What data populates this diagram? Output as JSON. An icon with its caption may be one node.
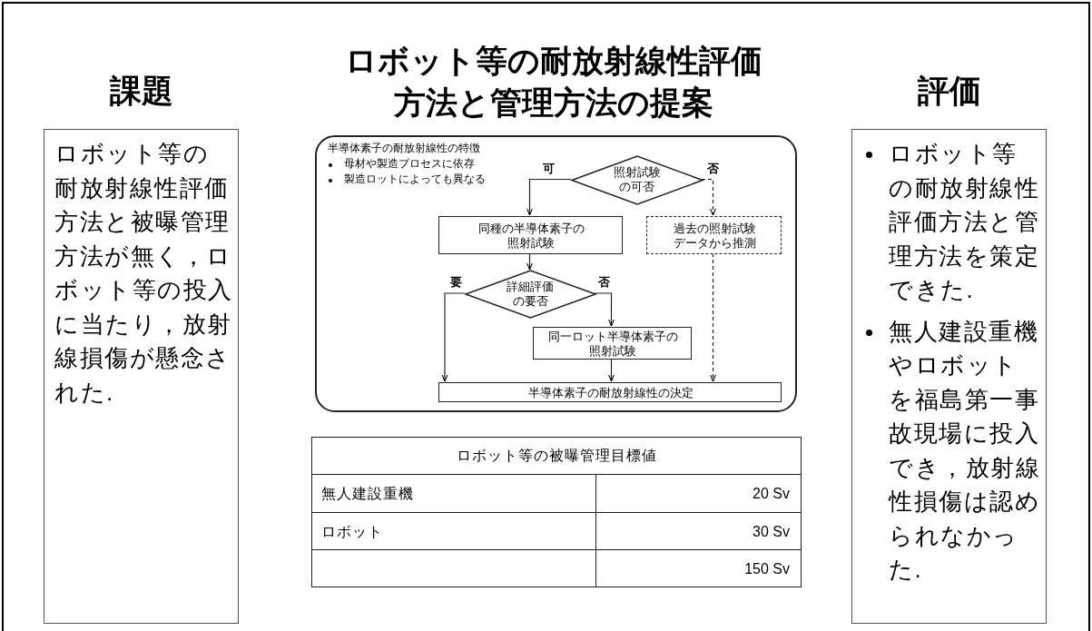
{
  "diagram": {
    "title": "ロボット等の耐放射線性評価方法と管理方法の提案",
    "nodes": [
      {
        "text": [
          "ロボット等の耐放射線性評価方法と被曝管理方法が無く，ロボット等の投入に当たり，放射線損傷が懸念された."
        ],
        "beside": [
          "課題"
        ]
      },
      {
        "text": [
          "半導体素子の耐放射線性の特徴",
          "母材や製造プロセスに依存",
          "製造ロットによっても異なる"
        ]
      },
      {
        "text": [
          "照射試験の可否"
        ],
        "in": 1
      },
      {
        "text": [
          "同種の半導体素子の照射試験"
        ],
        "in": 1
      },
      {
        "text": [
          "過去の照射試験データから推測"
        ],
        "in": 1
      },
      {
        "text": [
          "詳細評価の要否"
        ],
        "in": 1
      },
      {
        "text": [
          "同一ロット半導体素子の照射試験"
        ],
        "in": 1
      },
      {
        "text": [
          "半導体素子の耐放射線性の決定"
        ],
        "in": 1
      },
      {
        "text": [
          "ロボット等の耐放射線性評価方法と管理方法を策定できた.",
          "無人建設重機やロボットを福島第一事故現場に投入でき，放射線性損傷は認められなかった."
        ],
        "beside": [
          "評価"
        ]
      }
    ],
    "edges": [
      {
        "from": 2,
        "to": 3,
        "arrow": "to",
        "label": "可"
      },
      {
        "from": 2,
        "to": 4,
        "arrow": "to",
        "label": "否",
        "style": "dashed"
      },
      {
        "from": 3,
        "to": 5,
        "arrow": "to"
      },
      {
        "from": 5,
        "to": 7,
        "arrow": "to",
        "label": "要"
      },
      {
        "from": 5,
        "to": 6,
        "arrow": "to",
        "label": "否"
      },
      {
        "from": 6,
        "to": 7,
        "arrow": "to"
      },
      {
        "from": 4,
        "to": 7,
        "arrow": "to",
        "style": "dashed"
      }
    ],
    "labels": [
      "ロボット等の被曝管理目標値",
      "無人建設重機",
      "20 Sv",
      "ロボット",
      "30 Sv",
      "150 Sv"
    ]
  }
}
